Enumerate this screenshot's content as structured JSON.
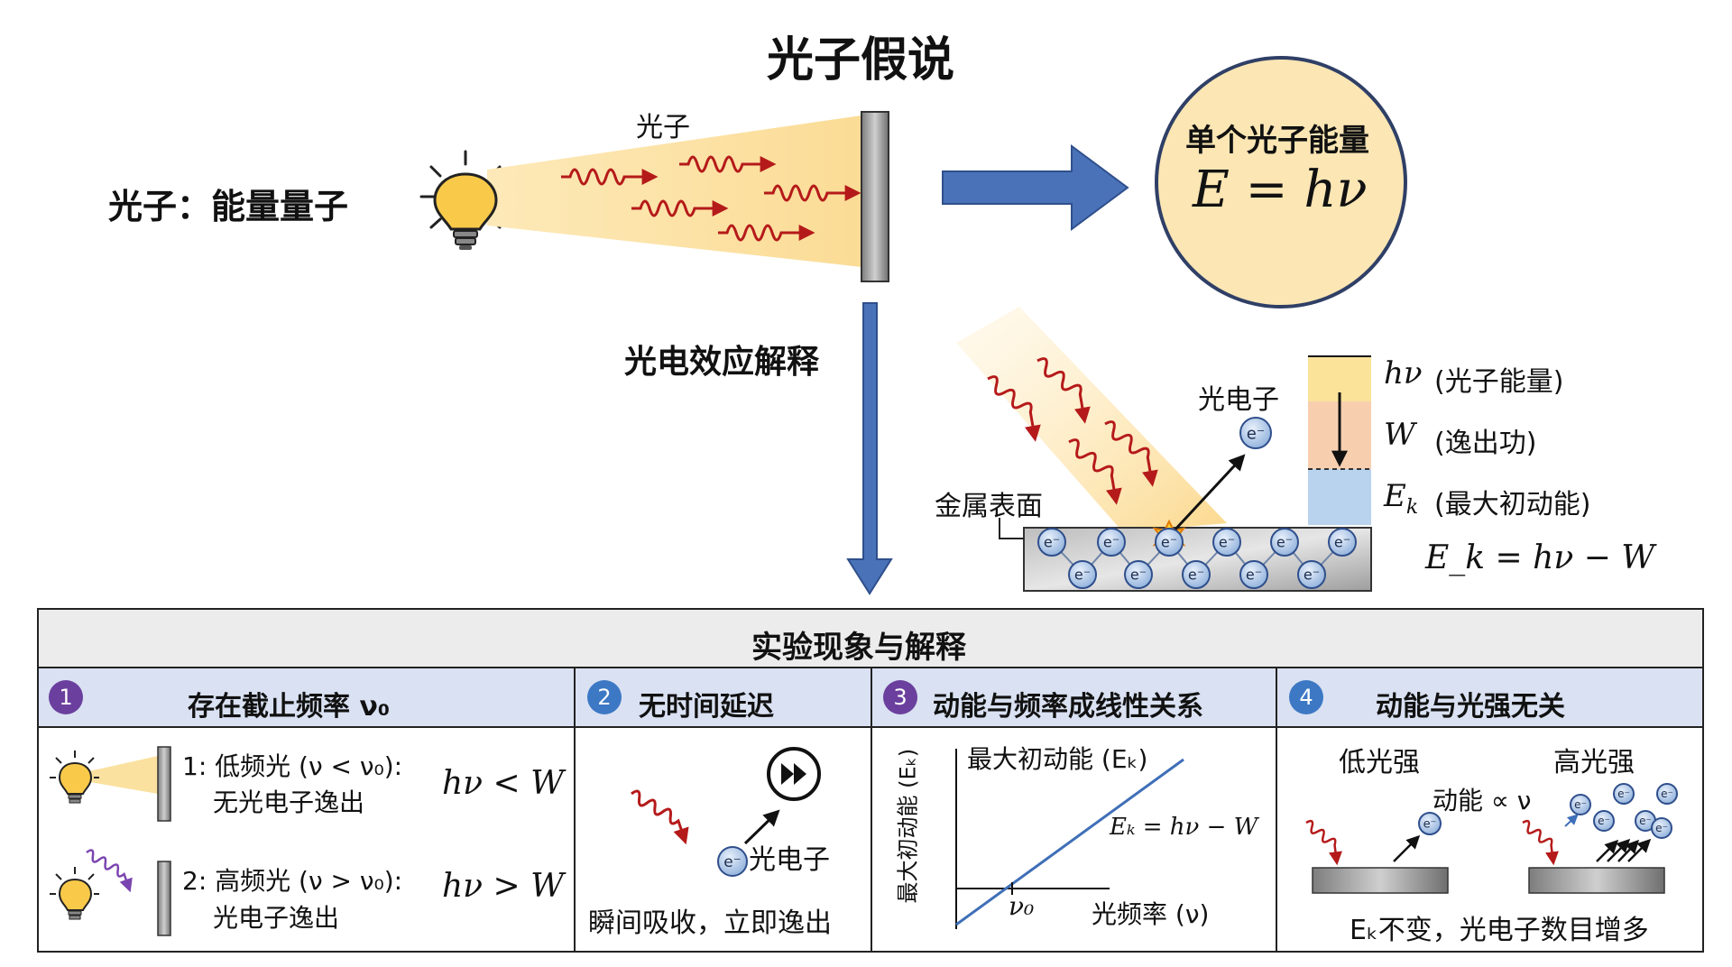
{
  "title": "光子假说",
  "concept_label": "光子：能量量子",
  "photon_label": "光子",
  "single_energy": {
    "title": "单个光子能量",
    "formula": "E = hν"
  },
  "explain_label": "光电效应解释",
  "metal_label": "金属表面",
  "photoelectron_label": "光电子",
  "electron_symbol": "e⁻",
  "energy_bar": {
    "hv": "hν",
    "hv_note": "(光子能量)",
    "w": "W",
    "w_note": "(逸出功)",
    "ek": "E",
    "ek_sub": "k",
    "ek_note": "(最大初动能)",
    "formula": "E_k = hν − W",
    "colors": {
      "hv": "#fbe39a",
      "w": "#f7cfaf",
      "ek": "#b9d3ee"
    }
  },
  "table": {
    "header": "实验现象与解释",
    "sections": [
      {
        "num": "1",
        "title": "存在截止频率 ν₀",
        "color": "#6b3f9e"
      },
      {
        "num": "2",
        "title": "无时间延迟",
        "color": "#3d78c4"
      },
      {
        "num": "3",
        "title": "动能与频率成线性关系",
        "color": "#6b3f9e"
      },
      {
        "num": "4",
        "title": "动能与光强无关",
        "color": "#3d78c4"
      }
    ],
    "s1": {
      "low_line1": "1: 低频光 (ν < ν₀):",
      "low_line2": "无光电子逸出",
      "low_ineq": "hν < W",
      "high_line1": "2: 高频光 (ν > ν₀):",
      "high_line2": "光电子逸出",
      "high_ineq": "hν > W"
    },
    "s2": {
      "electron_label": "光电子",
      "caption": "瞬间吸收，立即逸出"
    },
    "s3": {
      "ylabel": "最大初动能 (Eₖ)",
      "top_label": "最大初动能 (Eₖ)",
      "line_label": "Eₖ = hν − W",
      "x_tick": "ν₀",
      "xlabel": "光频率 (ν)"
    },
    "s4": {
      "low": "低光强",
      "high": "高光强",
      "prop": "动能 ∝ ν",
      "caption": "Eₖ不变，光电子数目增多"
    }
  },
  "colors": {
    "arrow_blue": "#4a72b8",
    "wave_red": "#b51a1a",
    "wave_purple": "#7a44b0",
    "circle_fill": "#fbe6b4",
    "header_fill": "#d9e1f2"
  }
}
